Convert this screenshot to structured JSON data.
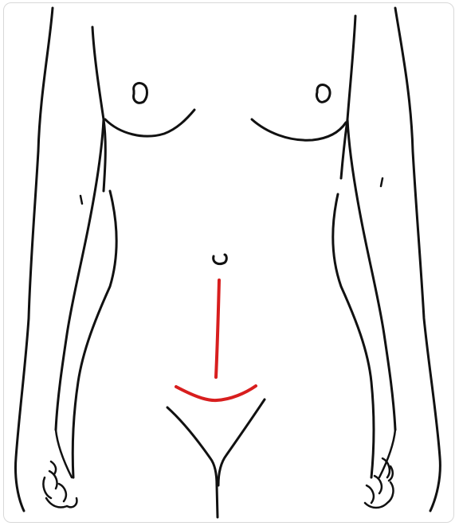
{
  "illustration": {
    "colors": {
      "outline": "#111111",
      "incision": "#d81e1e",
      "background": "#ffffff"
    },
    "marks": [
      {
        "name": "vertical-midline-incision",
        "color": "incision"
      },
      {
        "name": "pfannenstiel-incision",
        "color": "incision"
      }
    ]
  }
}
